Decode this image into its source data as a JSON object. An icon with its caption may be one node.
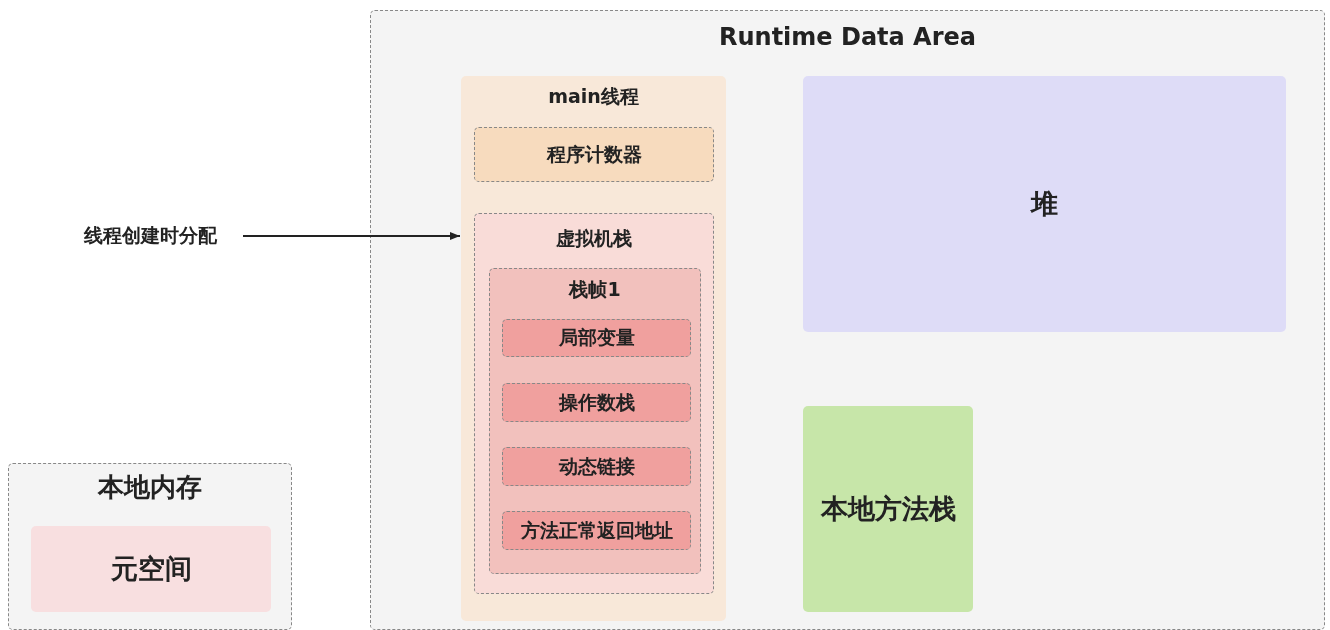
{
  "diagram": {
    "nodes": [
      {
        "text": [
          "Runtime Data Area"
        ]
      },
      {
        "text": [
          "main线程"
        ],
        "in": 0
      },
      {
        "text": [
          "程序计数器"
        ],
        "in": 1
      },
      {
        "text": [
          "虚拟机栈"
        ],
        "in": 1
      },
      {
        "text": [
          "栈帧1"
        ],
        "in": 3
      },
      {
        "text": [
          "局部变量"
        ],
        "in": 4
      },
      {
        "text": [
          "操作数栈"
        ],
        "in": 4
      },
      {
        "text": [
          "动态链接"
        ],
        "in": 4
      },
      {
        "text": [
          "方法正常返回地址"
        ],
        "in": 4
      },
      {
        "text": [
          "堆"
        ],
        "in": 0
      },
      {
        "text": [
          "本地方法栈"
        ],
        "in": 0
      },
      {
        "text": [
          "本地内存"
        ]
      },
      {
        "text": [
          "元空间"
        ],
        "in": 11
      },
      {
        "text": [
          "线程创建时分配"
        ]
      }
    ],
    "edges": [
      {
        "from": 13,
        "to": 1,
        "arrow": "to"
      }
    ]
  }
}
